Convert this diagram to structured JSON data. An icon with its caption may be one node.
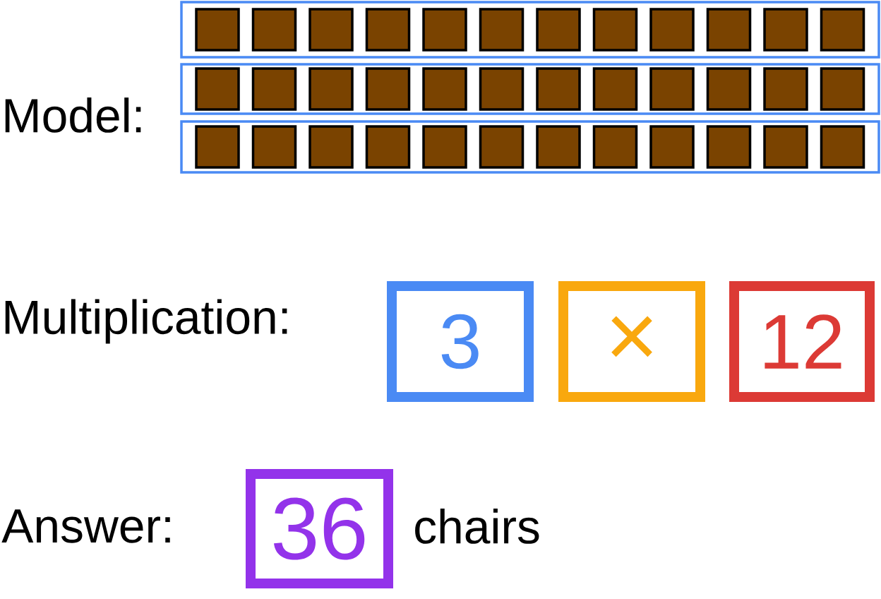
{
  "diagram": {
    "nodes": [
      {
        "text": [
          "3"
        ]
      },
      {
        "text": [
          "×"
        ]
      },
      {
        "text": [
          "12"
        ]
      },
      {
        "text": [
          "36"
        ]
      }
    ],
    "labels": [
      "Model:",
      "Multiplication:",
      "Answer:",
      "chairs"
    ]
  }
}
